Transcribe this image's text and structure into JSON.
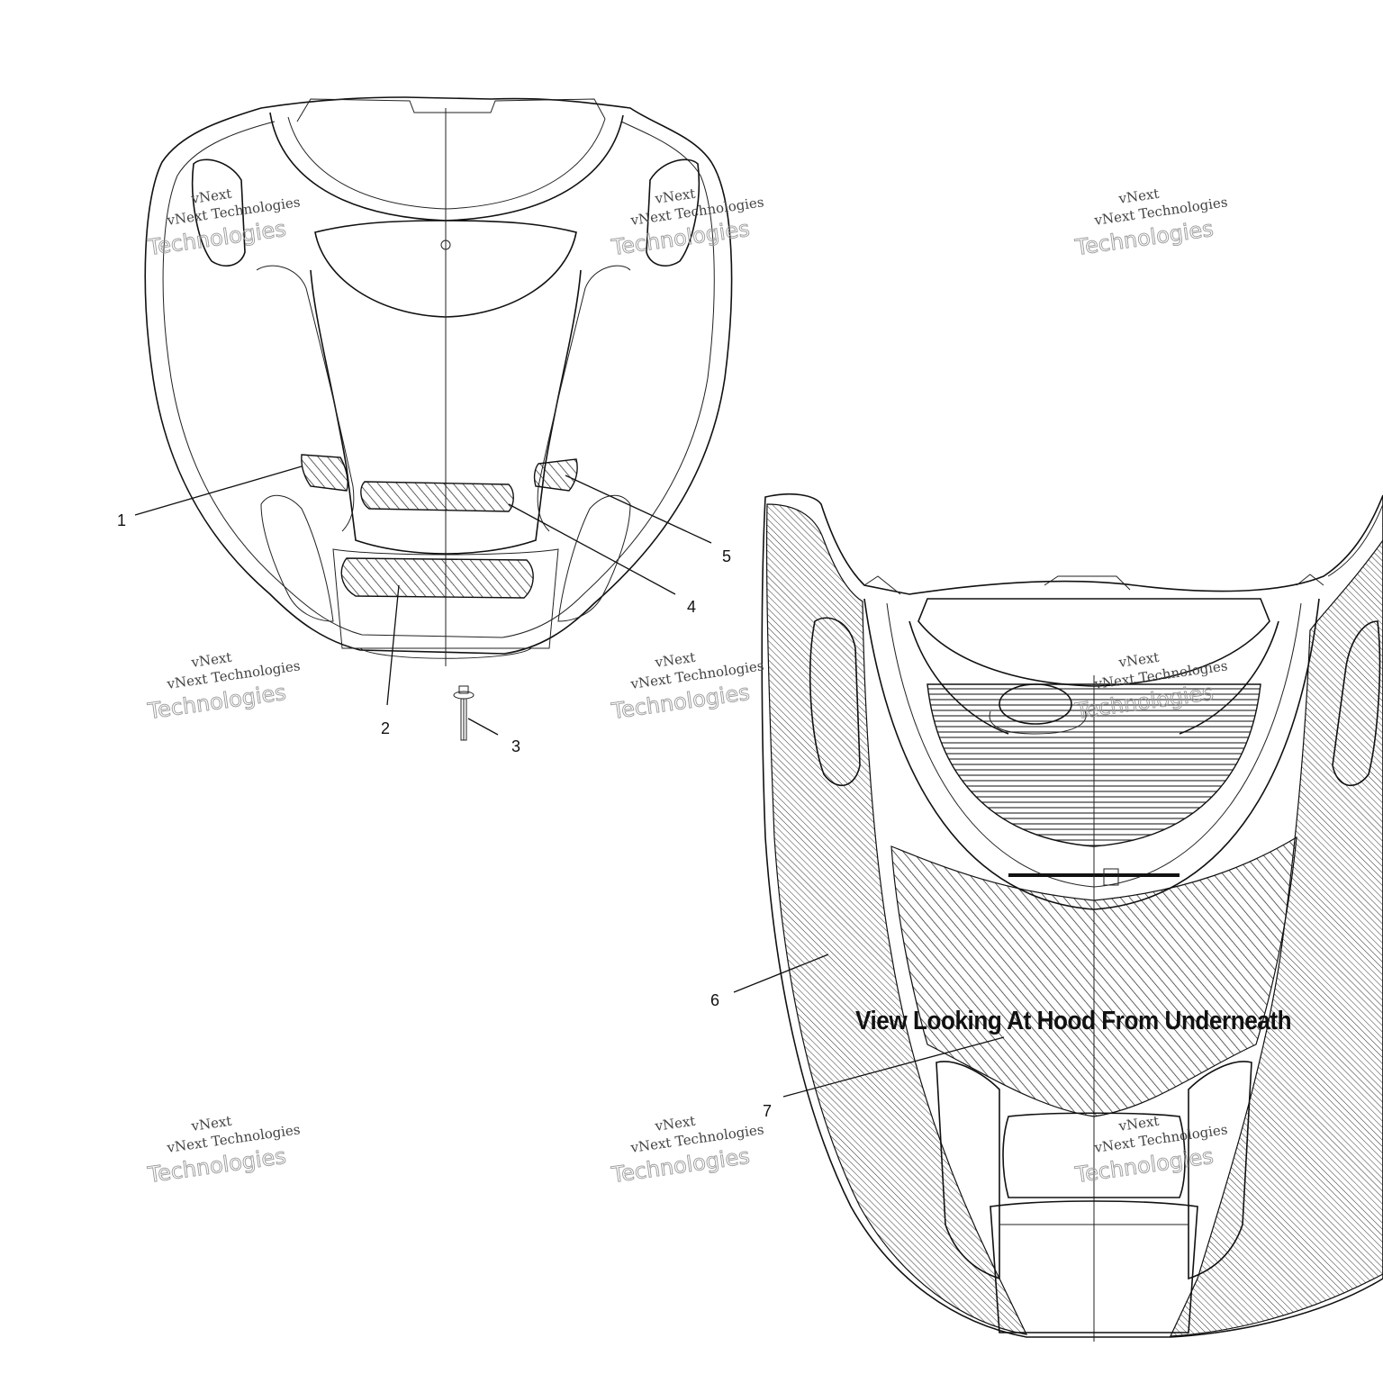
{
  "caption": "View Looking At Hood From Underneath",
  "watermark": {
    "line1": "vNext Technologies",
    "line2": "vNext",
    "line3": "Technologies"
  },
  "callouts": [
    {
      "id": "1",
      "label": "1"
    },
    {
      "id": "2",
      "label": "2"
    },
    {
      "id": "3",
      "label": "3"
    },
    {
      "id": "4",
      "label": "4"
    },
    {
      "id": "5",
      "label": "5"
    },
    {
      "id": "6",
      "label": "6"
    },
    {
      "id": "7",
      "label": "7"
    }
  ],
  "colors": {
    "line": "#111111",
    "background": "#ffffff",
    "watermark": "#999999"
  }
}
